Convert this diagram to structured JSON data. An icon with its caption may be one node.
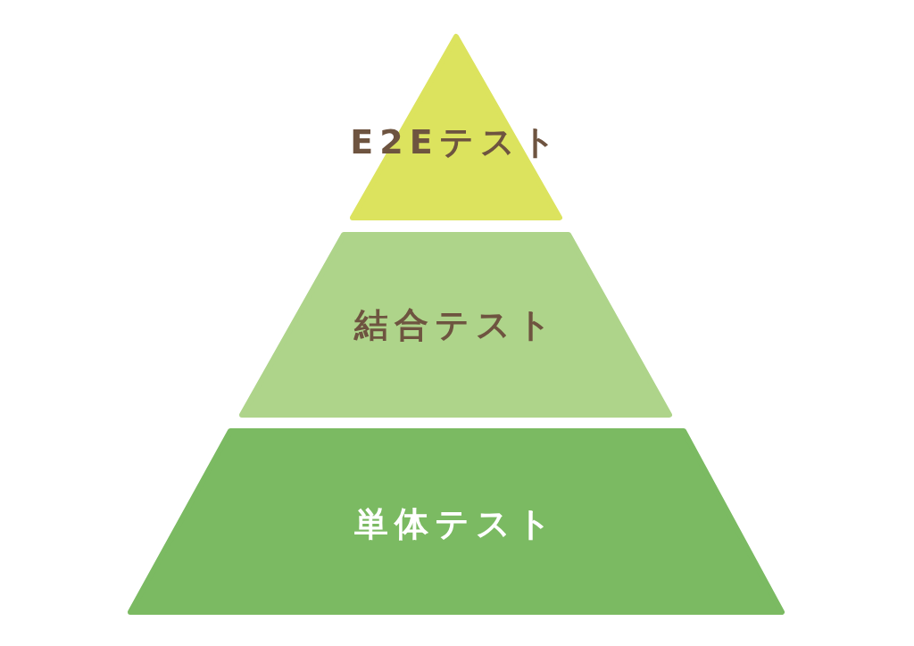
{
  "diagram": {
    "nodes": [
      {
        "text": [
          "E2Eテスト"
        ]
      },
      {
        "text": [
          "結合テスト"
        ]
      },
      {
        "text": [
          "単体テスト"
        ]
      }
    ]
  }
}
